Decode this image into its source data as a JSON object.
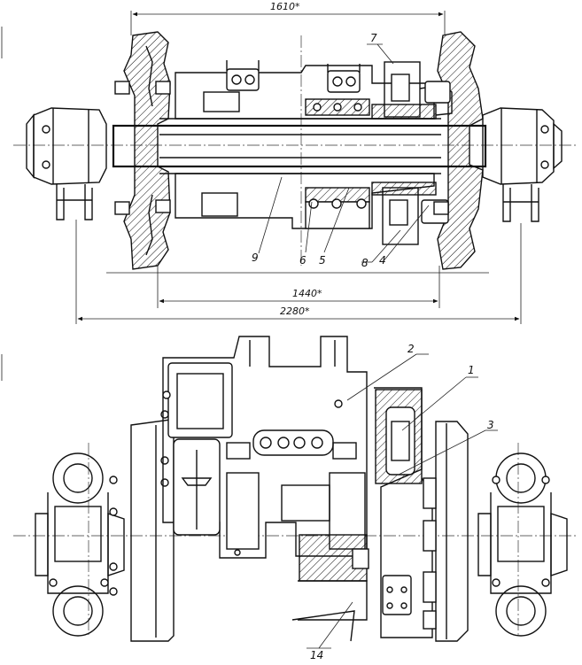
{
  "dimensions": {
    "top_span": "1610*",
    "inner_span": "1440*",
    "overall_span": "2280*"
  },
  "callouts": {
    "c1": "1",
    "c2": "2",
    "c3": "3",
    "c4": "4",
    "c5": "5",
    "c6": "6",
    "c7": "7",
    "c8": "8",
    "c9": "9",
    "c14": "14"
  }
}
